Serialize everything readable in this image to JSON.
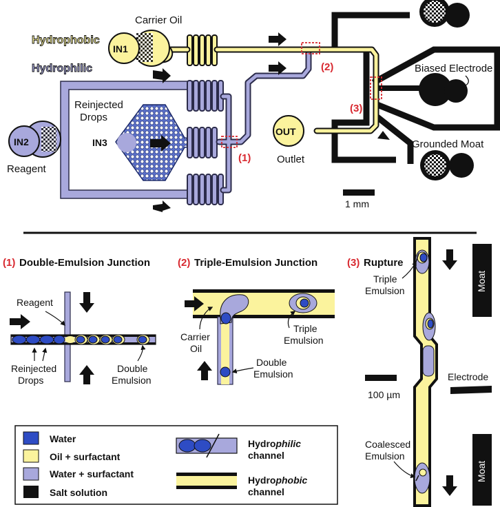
{
  "colors": {
    "water": "#2e4cc4",
    "oil_surfactant": "#fbf39d",
    "water_surfactant": "#a8a8dc",
    "salt_solution": "#111111",
    "junction_marker": "#d8282f"
  },
  "device": {
    "hydrophobic_label": "Hydrophobic",
    "hydrophilic_label": "Hydrophilic",
    "carrier_oil_label": "Carrier Oil",
    "in1": "IN1",
    "in2": "IN2",
    "in3": "IN3",
    "out": "OUT",
    "reagent_label": "Reagent",
    "reinjected_line1": "Reinjected",
    "reinjected_line2": "Drops",
    "outlet_label": "Outlet",
    "biased_electrode_label": "Biased Electrode",
    "grounded_moat_label": "Grounded Moat",
    "marker_1": "(1)",
    "marker_2": "(2)",
    "marker_3": "(3)",
    "scale_bar": "1 mm"
  },
  "panels": {
    "p1": {
      "number": "(1)",
      "title": "Double-Emulsion Junction",
      "reagent": "Reagent",
      "reinjected_line1": "Reinjected",
      "reinjected_line2": "Drops",
      "double_line1": "Double",
      "double_line2": "Emulsion"
    },
    "p2": {
      "number": "(2)",
      "title": "Triple-Emulsion Junction",
      "carrier_line1": "Carrier",
      "carrier_line2": "Oil",
      "triple_line1": "Triple",
      "triple_line2": "Emulsion",
      "double_line1": "Double",
      "double_line2": "Emulsion"
    },
    "p3": {
      "number": "(3)",
      "title": "Rupture",
      "triple_line1": "Triple",
      "triple_line2": "Emulsion",
      "coalesced_line1": "Coalesced",
      "coalesced_line2": "Emulsion",
      "moat_top": "Moat",
      "moat_bottom": "Moat",
      "electrode": "Electrode",
      "scale_bar": "100 µm"
    }
  },
  "legend": {
    "water": "Water",
    "oil_surfactant": "Oil + surfactant",
    "water_surfactant": "Water + surfactant",
    "salt_solution": "Salt solution",
    "hydrophilic_prefix": "Hydro",
    "hydrophilic_suffix": "philic",
    "hydrophobic_prefix": "Hydro",
    "hydrophobic_suffix": "phobic",
    "channel_word": "channel"
  }
}
